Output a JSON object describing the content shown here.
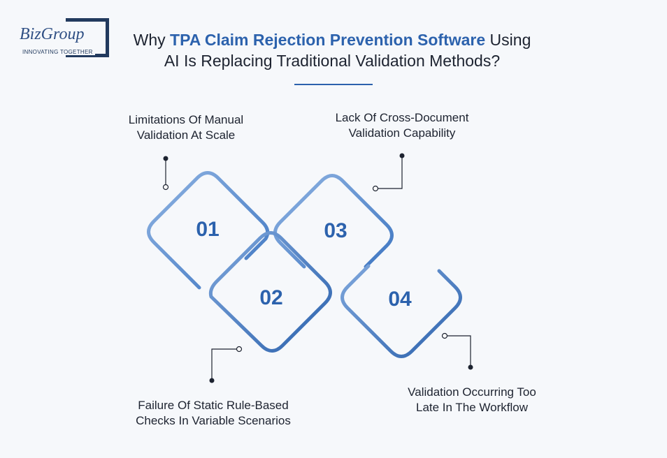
{
  "logo": {
    "name": "BizGroup",
    "tagline": "INNOVATING TOGETHER"
  },
  "title": {
    "prefix": "Why ",
    "highlight": "TPA Claim Rejection Prevention Software",
    "suffix": " Using",
    "line2": "AI Is Replacing Traditional Validation Methods?"
  },
  "items": [
    {
      "number": "01",
      "line1": "Limitations Of Manual",
      "line2": "Validation At Scale"
    },
    {
      "number": "02",
      "line1": "Failure Of Static Rule-Based",
      "line2": "Checks In Variable Scenarios"
    },
    {
      "number": "03",
      "line1": "Lack Of Cross-Document",
      "line2": "Validation Capability"
    },
    {
      "number": "04",
      "line1": "Validation Occurring Too",
      "line2": "Late In The Workflow"
    }
  ],
  "colors": {
    "accent": "#2c62ad",
    "accent_light": "#7fa7dc",
    "text": "#1d2330",
    "background": "#f6f8fb"
  }
}
